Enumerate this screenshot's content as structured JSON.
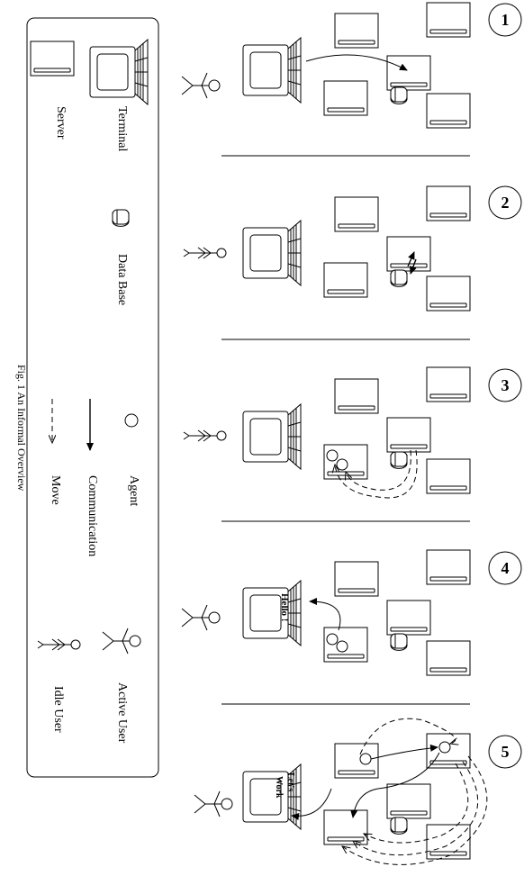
{
  "legend": {
    "server": "Server",
    "terminal": "Terminal",
    "database": "Data Base",
    "agent": "Agent",
    "communication": "Communication",
    "move": "Move",
    "active_user": "Active User",
    "idle_user": "Idle User"
  },
  "caption": "Fig. 1 An Informal Overview",
  "steps": [
    {
      "number": "1"
    },
    {
      "number": "2"
    },
    {
      "number": "3"
    },
    {
      "number": "4",
      "screen_text": "Hello !"
    },
    {
      "number": "5",
      "screen_text_1": "Let's",
      "screen_text_2": "Work"
    }
  ]
}
